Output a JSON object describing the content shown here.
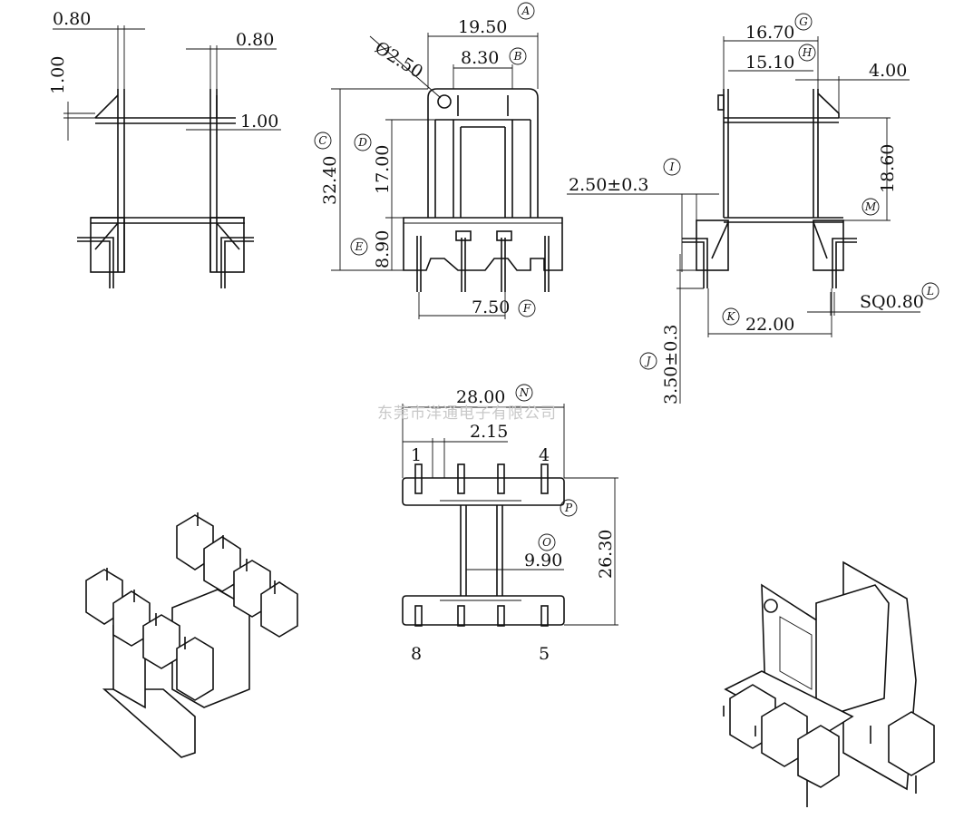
{
  "title": "Transformer bobbin technical drawing",
  "watermark": "东莞市洋通电子有限公司",
  "side_view": {
    "dim_top_left": "0.80",
    "dim_top_right": "0.80",
    "dim_vertical": "1.00",
    "dim_flange": "1.00"
  },
  "front_view": {
    "dim_A": "19.50",
    "label_A": "A",
    "dim_hole": "Ø2.50",
    "dim_B": "8.30",
    "label_B": "B",
    "dim_C": "32.40",
    "label_C": "C",
    "dim_D": "17.00",
    "label_D": "D",
    "dim_E": "8.90",
    "label_E": "E",
    "dim_F": "7.50",
    "label_F": "F"
  },
  "right_view": {
    "dim_G": "16.70",
    "label_G": "G",
    "dim_H": "15.10",
    "label_H": "H",
    "dim_4": "4.00",
    "dim_M": "18.60",
    "label_M": "M",
    "dim_I": "2.50±0.3",
    "label_I": "I",
    "dim_J": "3.50±0.3",
    "label_J": "J",
    "dim_K": "22.00",
    "label_K": "K",
    "dim_L": "SQ0.80",
    "label_L": "L"
  },
  "bottom_view": {
    "dim_N": "28.00",
    "label_N": "N",
    "dim_pitch": "2.15",
    "dim_P": "26.30",
    "label_P": "P",
    "dim_O": "9.90",
    "label_O": "O",
    "pins": {
      "p1": "1",
      "p4": "4",
      "p8": "8",
      "p5": "5"
    }
  }
}
